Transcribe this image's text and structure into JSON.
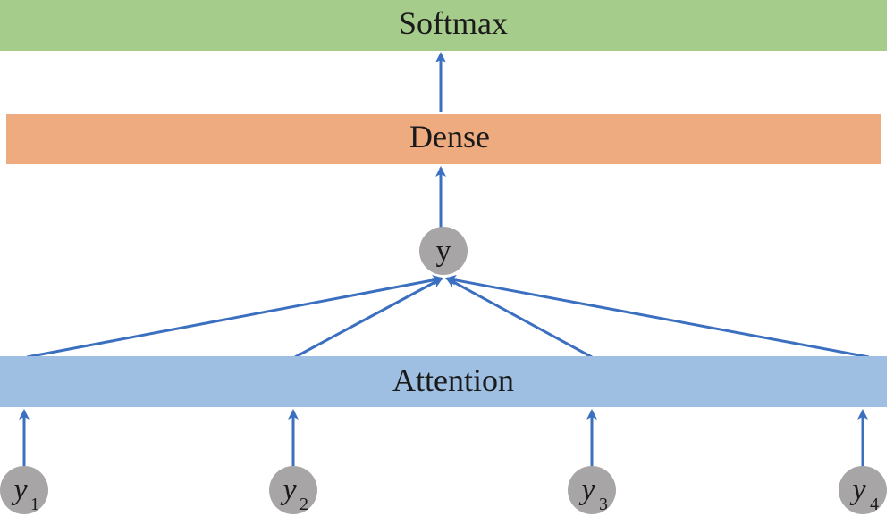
{
  "layers": {
    "softmax": {
      "label": "Softmax",
      "color": "#a6cc8c"
    },
    "dense": {
      "label": "Dense",
      "color": "#eeab80"
    },
    "attention": {
      "label": "Attention",
      "color": "#9ebfe2"
    }
  },
  "output_node": {
    "label": "y",
    "color": "#a7a5a5"
  },
  "input_nodes": [
    {
      "label": "y",
      "subscript": "1"
    },
    {
      "label": "y",
      "subscript": "2"
    },
    {
      "label": "y",
      "subscript": "3"
    },
    {
      "label": "y",
      "subscript": "4"
    }
  ],
  "colors": {
    "arrow": "#3b6fbf",
    "node": "#a7a5a5"
  }
}
